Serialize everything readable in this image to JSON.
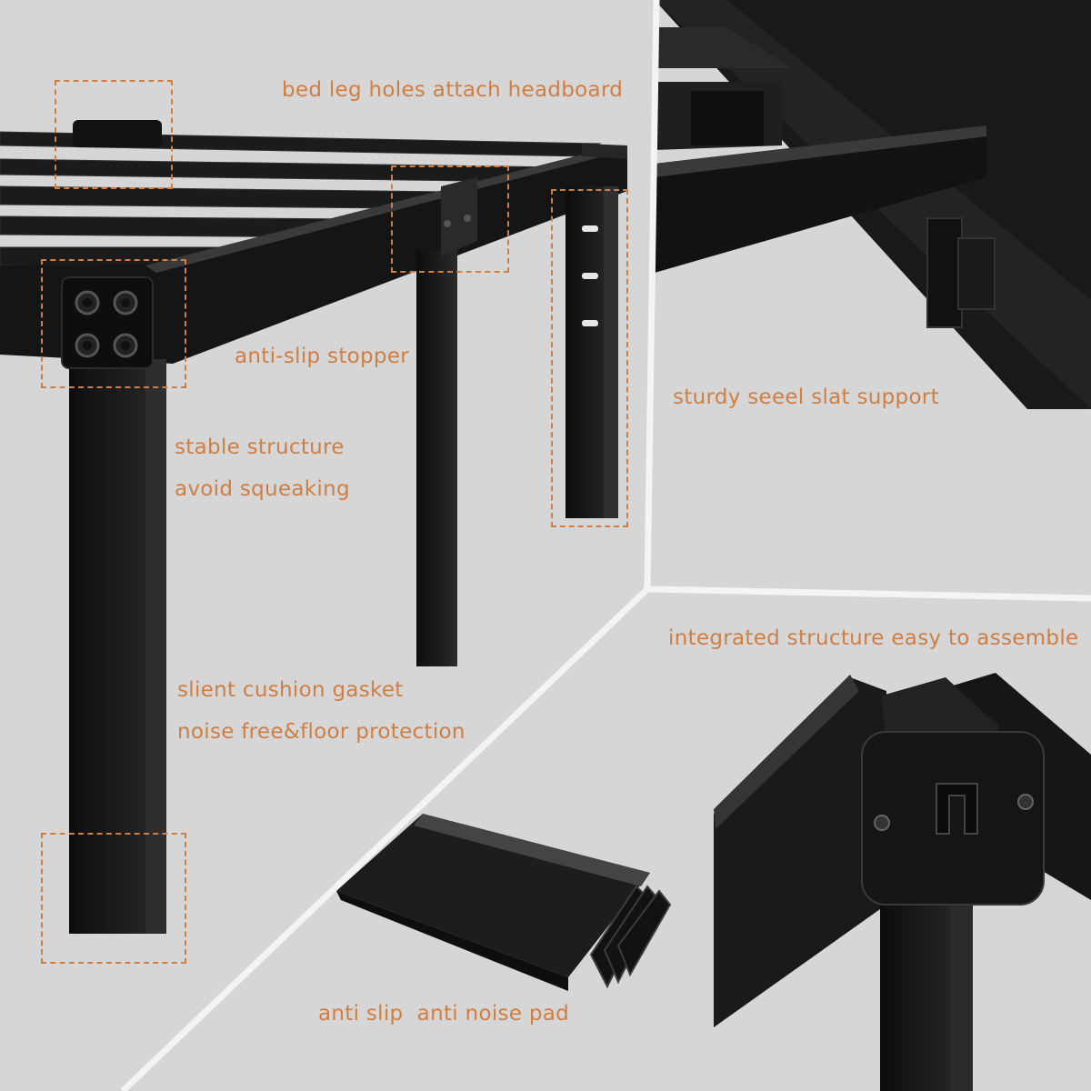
{
  "colors": {
    "background": "#d6d6d6",
    "divider": "#f4f4f4",
    "accent": "#cf7f43",
    "metal": "#161616",
    "metal_edge": "#3a3a3a"
  },
  "labels": {
    "headboard": "bed leg holes attach headboard",
    "stopper": "anti-slip stopper",
    "stable_1": "stable structure",
    "stable_2": "avoid squeaking",
    "slat": "sturdy seeel slat support",
    "assemble": "integrated structure easy to assemble",
    "cushion_1": "slient cushion gasket",
    "cushion_2": "noise free&floor protection",
    "pad": "anti slip  anti noise pad"
  }
}
